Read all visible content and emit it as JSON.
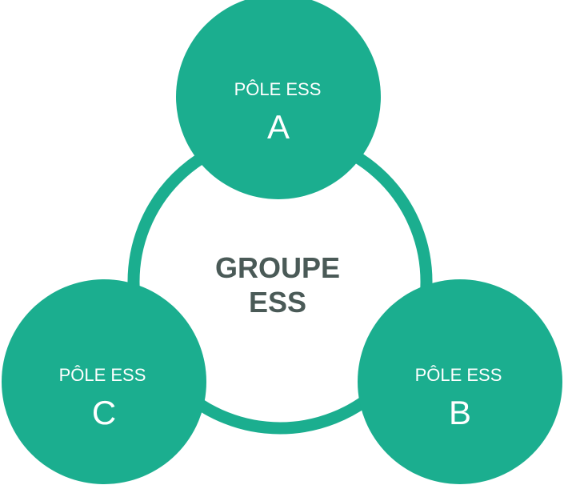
{
  "colors": {
    "accent": "#1bae8f",
    "center_text": "#4a5a57",
    "background": "#ffffff"
  },
  "center": {
    "line1": "GROUPE",
    "line2": "ESS"
  },
  "poles": [
    {
      "id": "a",
      "prefix": "PÔLE ESS",
      "letter": "A"
    },
    {
      "id": "b",
      "prefix": "PÔLE ESS",
      "letter": "B"
    },
    {
      "id": "c",
      "prefix": "PÔLE ESS",
      "letter": "C"
    }
  ]
}
